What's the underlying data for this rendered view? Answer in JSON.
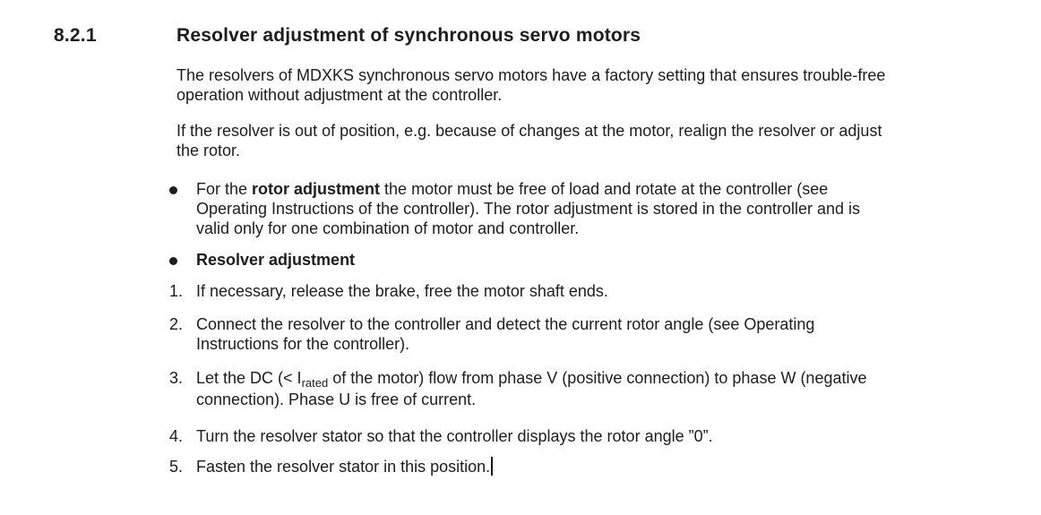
{
  "colors": {
    "ink": "#1d1d1d",
    "background": "#ffffff"
  },
  "icons": {
    "bullet_marker": "filled-circle",
    "text_cursor": "vertical-bar"
  },
  "doc": {
    "section_number": "8.2.1",
    "title": "Resolver adjustment of synchronous servo motors",
    "p1": {
      "line1": "The resolvers of MDXKS synchronous servo motors have a factory setting that ensures trouble-free",
      "line2": "operation without adjustment at the controller."
    },
    "p2": {
      "line1": "If the resolver is out of position, e.g. because of changes at the motor, realign the resolver or adjust",
      "line2": "the rotor."
    },
    "bullet1": {
      "line1_pre": "For the ",
      "line1_bold": "rotor adjustment",
      "line1_post": " the motor must be free of load and rotate at the controller (see",
      "line2": "Operating Instructions of the controller). The rotor adjustment is stored in the controller and is",
      "line3": "valid only for one combination of motor and controller."
    },
    "bullet2": {
      "label": "Resolver adjustment"
    },
    "step1": {
      "num": "1.",
      "line1": "If necessary, release the brake, free the motor shaft ends."
    },
    "step2": {
      "num": "2.",
      "line1": "Connect the resolver to the controller and detect the current rotor angle (see Operating",
      "line2": "Instructions for the controller)."
    },
    "step3": {
      "num": "3.",
      "line1_pre": "Let the DC (< I",
      "line1_sub": "rated",
      "line1_post": " of the motor) flow from phase V (positive connection) to phase W (negative",
      "line2": "connection). Phase U is free of current."
    },
    "step4": {
      "num": "4.",
      "line1": "Turn the resolver stator so that the controller displays the rotor angle ”0”."
    },
    "step5": {
      "num": "5.",
      "line1": "Fasten the resolver stator in this position."
    }
  }
}
